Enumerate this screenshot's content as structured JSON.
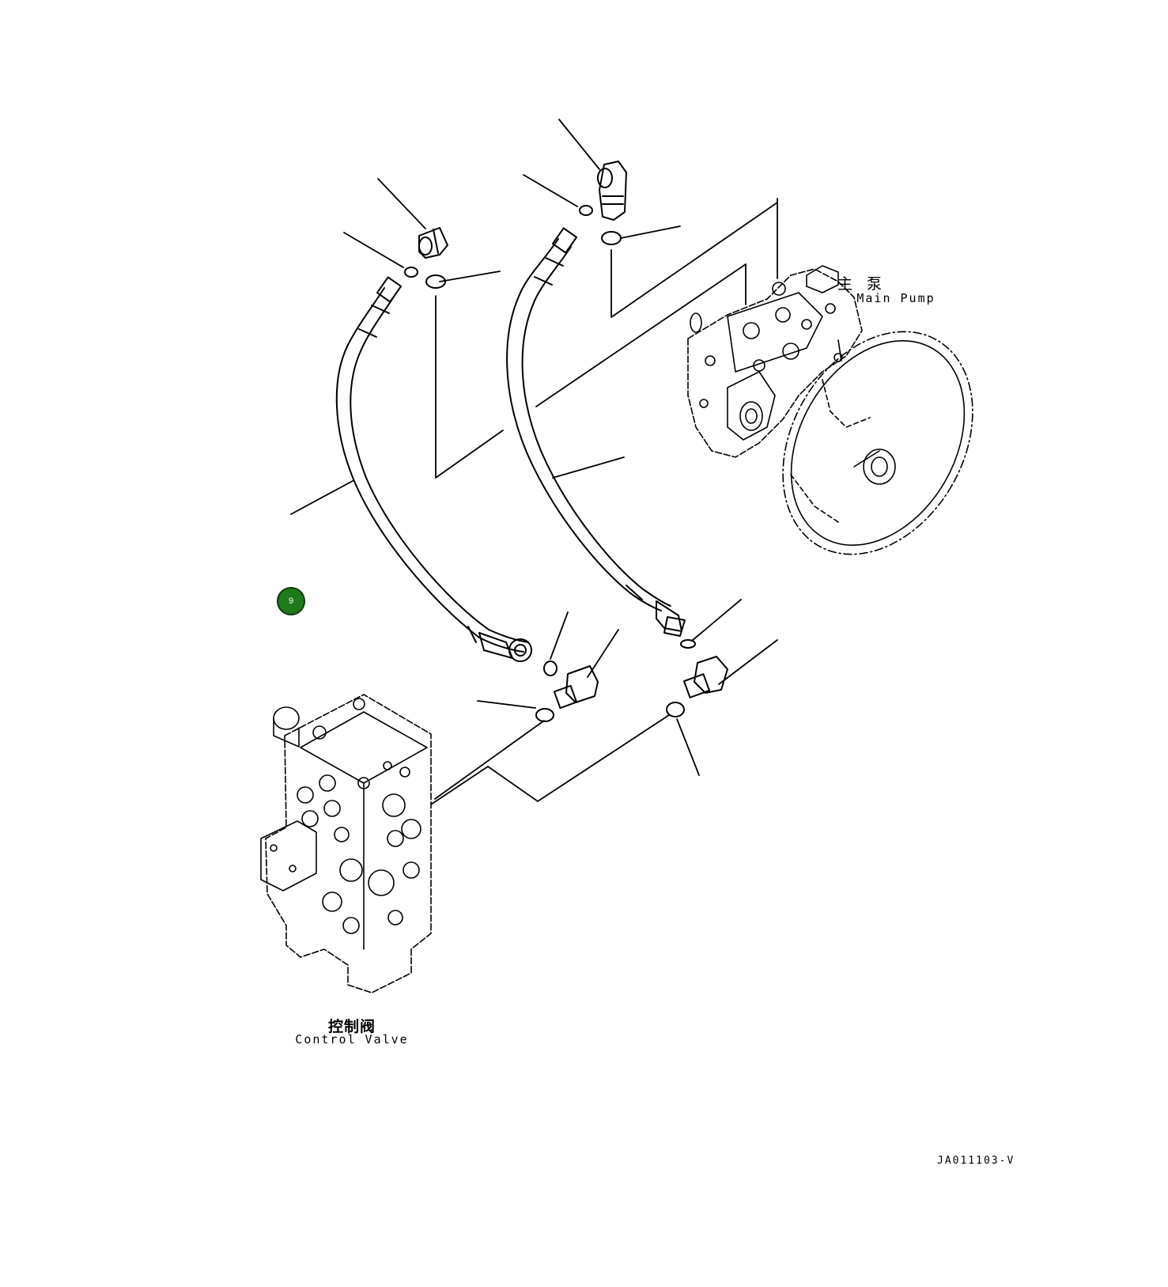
{
  "labels": {
    "main_pump_cn": "主 泵",
    "main_pump_en": "Main Pump",
    "control_valve_cn": "控制阀",
    "control_valve_en": "Control Valve",
    "drawing_code": "JA011103-V"
  },
  "marker": {
    "number": "9",
    "color": "#1f7a1a"
  }
}
